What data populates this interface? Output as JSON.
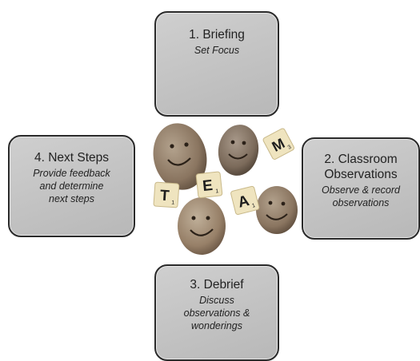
{
  "steps": [
    {
      "title": "1. Briefing",
      "desc_lines": [
        "Set Focus"
      ]
    },
    {
      "title_lines": [
        "2. Classroom",
        "Observations"
      ],
      "desc_lines": [
        "Observe & record",
        "observations"
      ]
    },
    {
      "title": "3. Debrief",
      "desc_lines": [
        "Discuss",
        "observations &",
        "wonderings"
      ]
    },
    {
      "title": "4. Next Steps",
      "desc_lines": [
        "Provide feedback",
        "and determine",
        "next steps"
      ]
    }
  ],
  "tiles": [
    {
      "letter": "T",
      "sub": "1"
    },
    {
      "letter": "E",
      "sub": "1"
    },
    {
      "letter": "A",
      "sub": "1"
    },
    {
      "letter": "M",
      "sub": "3"
    }
  ],
  "colors": {
    "box_fill": "#c4c4c4",
    "box_border": "#2a2a2a",
    "stone": "#8f7b66",
    "tile": "#efe4bf"
  }
}
